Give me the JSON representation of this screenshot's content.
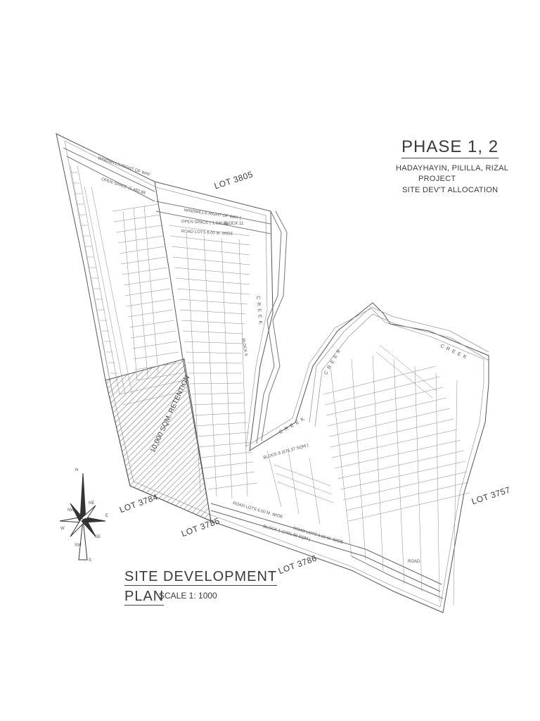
{
  "title": {
    "main": "PHASE 1, 2",
    "line1": "HADAYHAYIN, PILILLA, RIZAL",
    "line2": "PROJECT",
    "line3": "SITE DEV'T ALLOCATION"
  },
  "lots": {
    "lot3805": "LOT 3805",
    "lot3784": "LOT 3784",
    "lot3785": "LOT 3785",
    "lot3786": "LOT 3786",
    "lot3757": "LOT 3757"
  },
  "plan_title": {
    "line1": "SITE DEVELOPMENT",
    "line2": "PLAN",
    "scale": "SCALE 1: 1000"
  },
  "labels": {
    "windmills_row_1": "WINDMILLS RIGHT OF WAY",
    "windmills_row_2": "WINDMILLS RIGHT OF WAY (",
    "open_space_1": "OPEN SPACE (1,482.88",
    "open_space_2": "OPEN SPACE ( 1,630.48",
    "block11": "BLOCK 11",
    "block9": "BLOCK 9",
    "road_lots": "ROAD LOTS 6.00 M. WIDE",
    "block8": "BLOCK 8 (676.37 SQM.)",
    "block1": "BLOCK 1 (2401.89 SQM.)",
    "road_lots_2": "ROAD LOTS 6.00 M. WIDE",
    "road_lots_3": "ROAD LOTS 6.00 M. WIDE",
    "retention": "10,000 SQM. RETENTION",
    "creek": "CREEK",
    "road": "ROAD"
  },
  "compass": {
    "n": "N",
    "s": "S",
    "e": "E",
    "w": "W",
    "ne": "NE",
    "nw": "NW",
    "se": "SE",
    "sw": "SW"
  }
}
